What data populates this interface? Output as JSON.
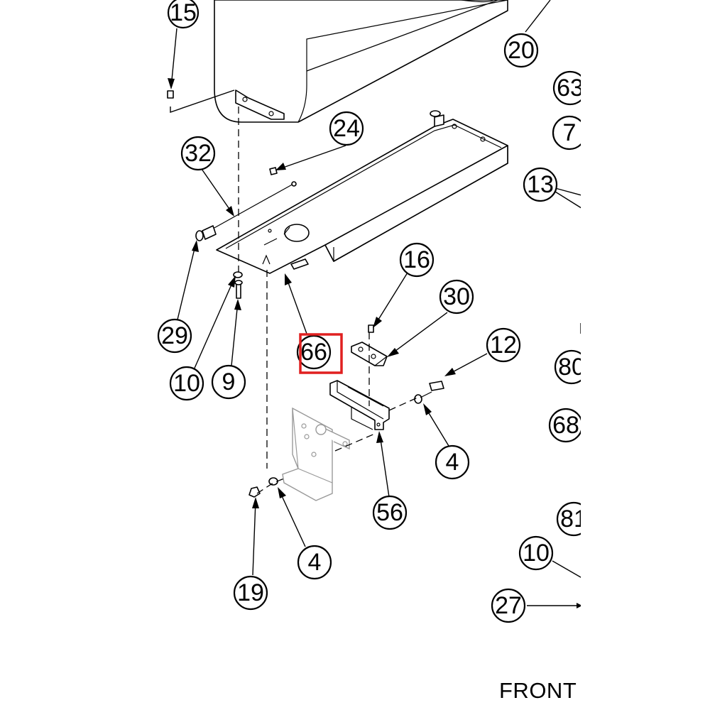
{
  "diagram": {
    "callouts": [
      {
        "id": "c15",
        "label": "15"
      },
      {
        "id": "c20",
        "label": "20"
      },
      {
        "id": "c63",
        "label": "63"
      },
      {
        "id": "c7",
        "label": "7"
      },
      {
        "id": "c13",
        "label": "13"
      },
      {
        "id": "c24",
        "label": "24"
      },
      {
        "id": "c32",
        "label": "32"
      },
      {
        "id": "c29",
        "label": "29"
      },
      {
        "id": "c10a",
        "label": "10"
      },
      {
        "id": "c9",
        "label": "9"
      },
      {
        "id": "c66",
        "label": "66"
      },
      {
        "id": "c16",
        "label": "16"
      },
      {
        "id": "c30",
        "label": "30"
      },
      {
        "id": "c12",
        "label": "12"
      },
      {
        "id": "c80",
        "label": "80"
      },
      {
        "id": "c68",
        "label": "68"
      },
      {
        "id": "c4a",
        "label": "4"
      },
      {
        "id": "c56",
        "label": "56"
      },
      {
        "id": "c4b",
        "label": "4"
      },
      {
        "id": "c19",
        "label": "19"
      },
      {
        "id": "c81",
        "label": "81"
      },
      {
        "id": "c10b",
        "label": "10"
      },
      {
        "id": "c27",
        "label": "27"
      }
    ],
    "front_label": "FRONT",
    "highlight": {
      "label": "66",
      "color": "#e02020"
    }
  }
}
